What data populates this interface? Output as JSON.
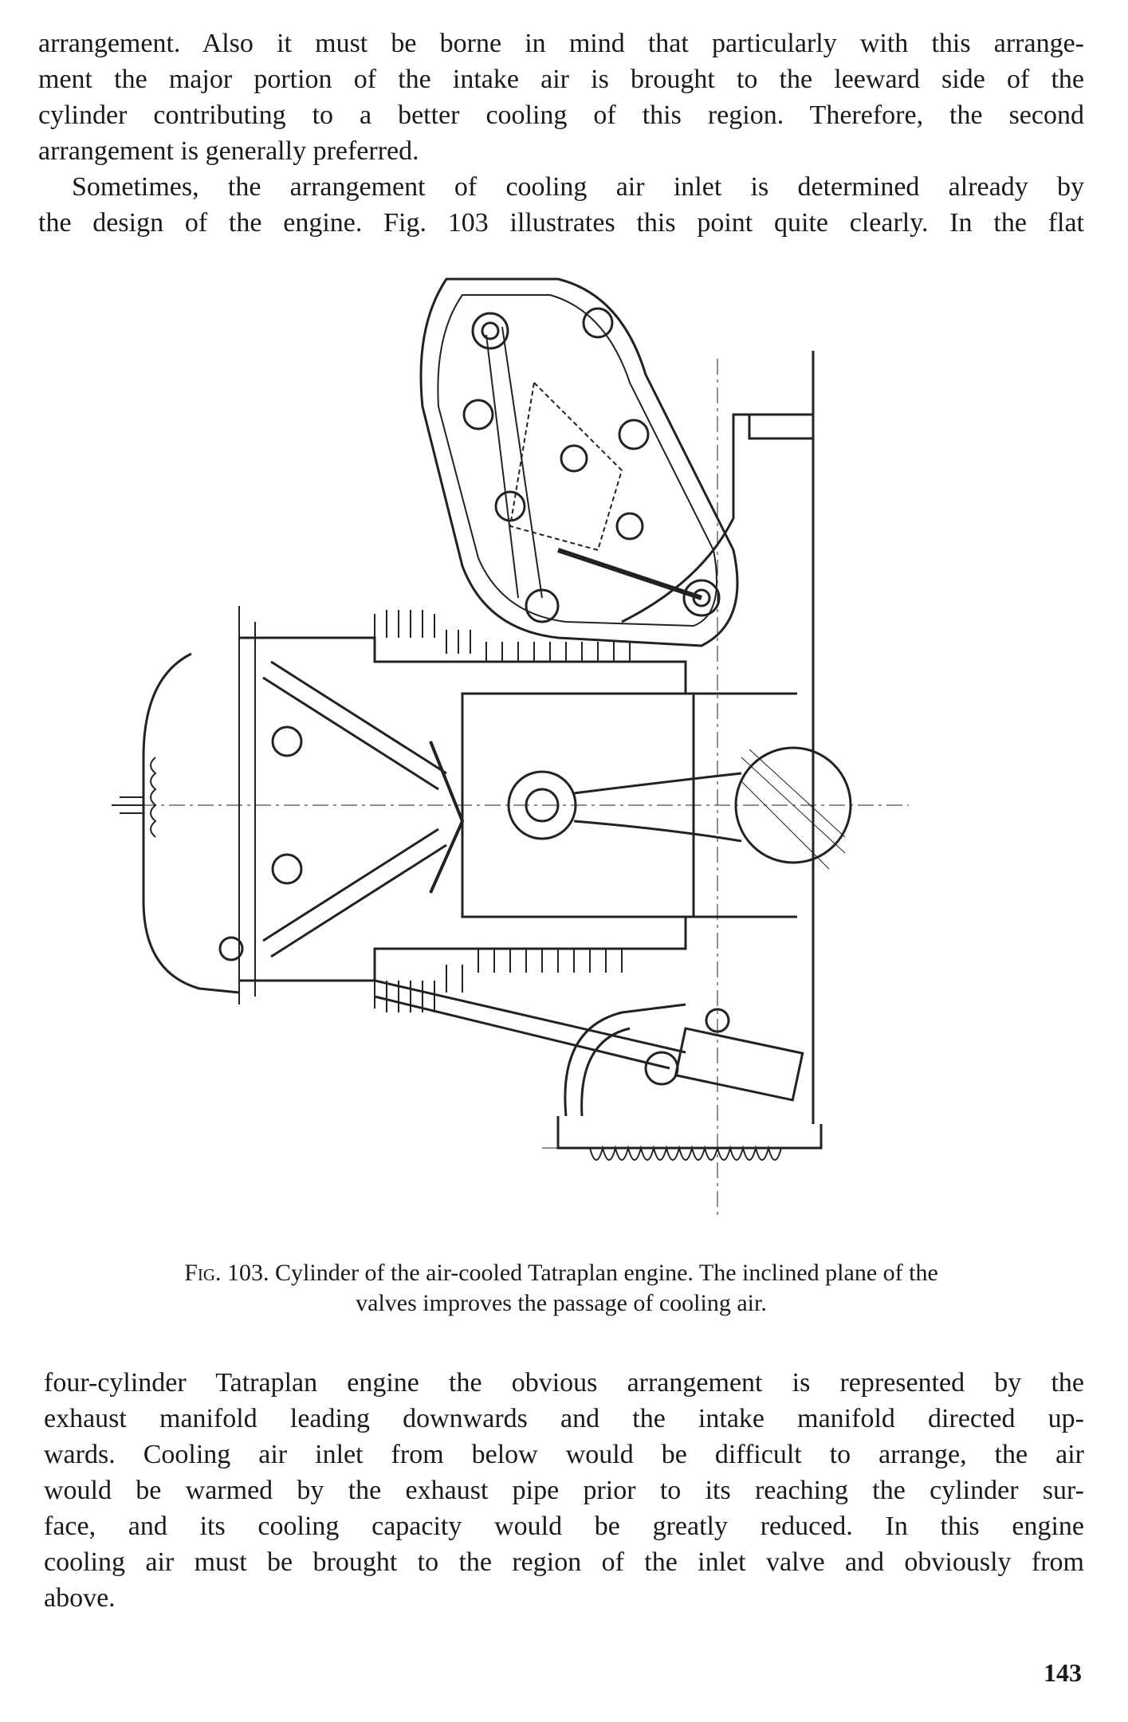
{
  "body_top": {
    "paragraph1_lines": [
      "arrangement. Also it must be borne in mind that particularly with this arrange-",
      "ment the major portion of the intake air is brought to the leeward side of the",
      "cylinder contributing to a better cooling of this region. Therefore, the second",
      "arrangement is generally preferred."
    ],
    "paragraph2_lines": [
      "Sometimes, the arrangement of cooling air inlet is determined already by",
      "the design of the engine. Fig. 103 illustrates this point quite clearly. In the flat"
    ]
  },
  "figure": {
    "label": "Fig. 103.",
    "caption_line1": "Cylinder of the air-cooled Tatraplan engine. The inclined plane of the",
    "caption_line2": "valves improves the passage of cooling air."
  },
  "body_bottom": {
    "paragraph_lines": [
      "four-cylinder Tatraplan engine the obvious arrangement is represented by the",
      "exhaust manifold leading downwards and the intake manifold directed up-",
      "wards. Cooling air inlet from below would be difficult to arrange, the air",
      "would be warmed by the exhaust pipe prior to its reaching the cylinder sur-",
      "face, and its cooling capacity would be greatly reduced. In this engine",
      "cooling air must be brought to the region of the inlet valve and obviously from",
      "above."
    ]
  },
  "page_number": "143"
}
